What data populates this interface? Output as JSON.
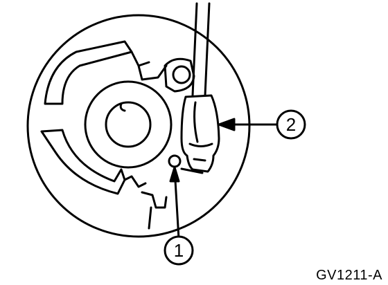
{
  "diagram": {
    "stroke_color": "#000000",
    "background_color": "#ffffff",
    "callouts": [
      {
        "label": "1"
      },
      {
        "label": "2"
      }
    ],
    "figure_code": "GV1211-A"
  }
}
